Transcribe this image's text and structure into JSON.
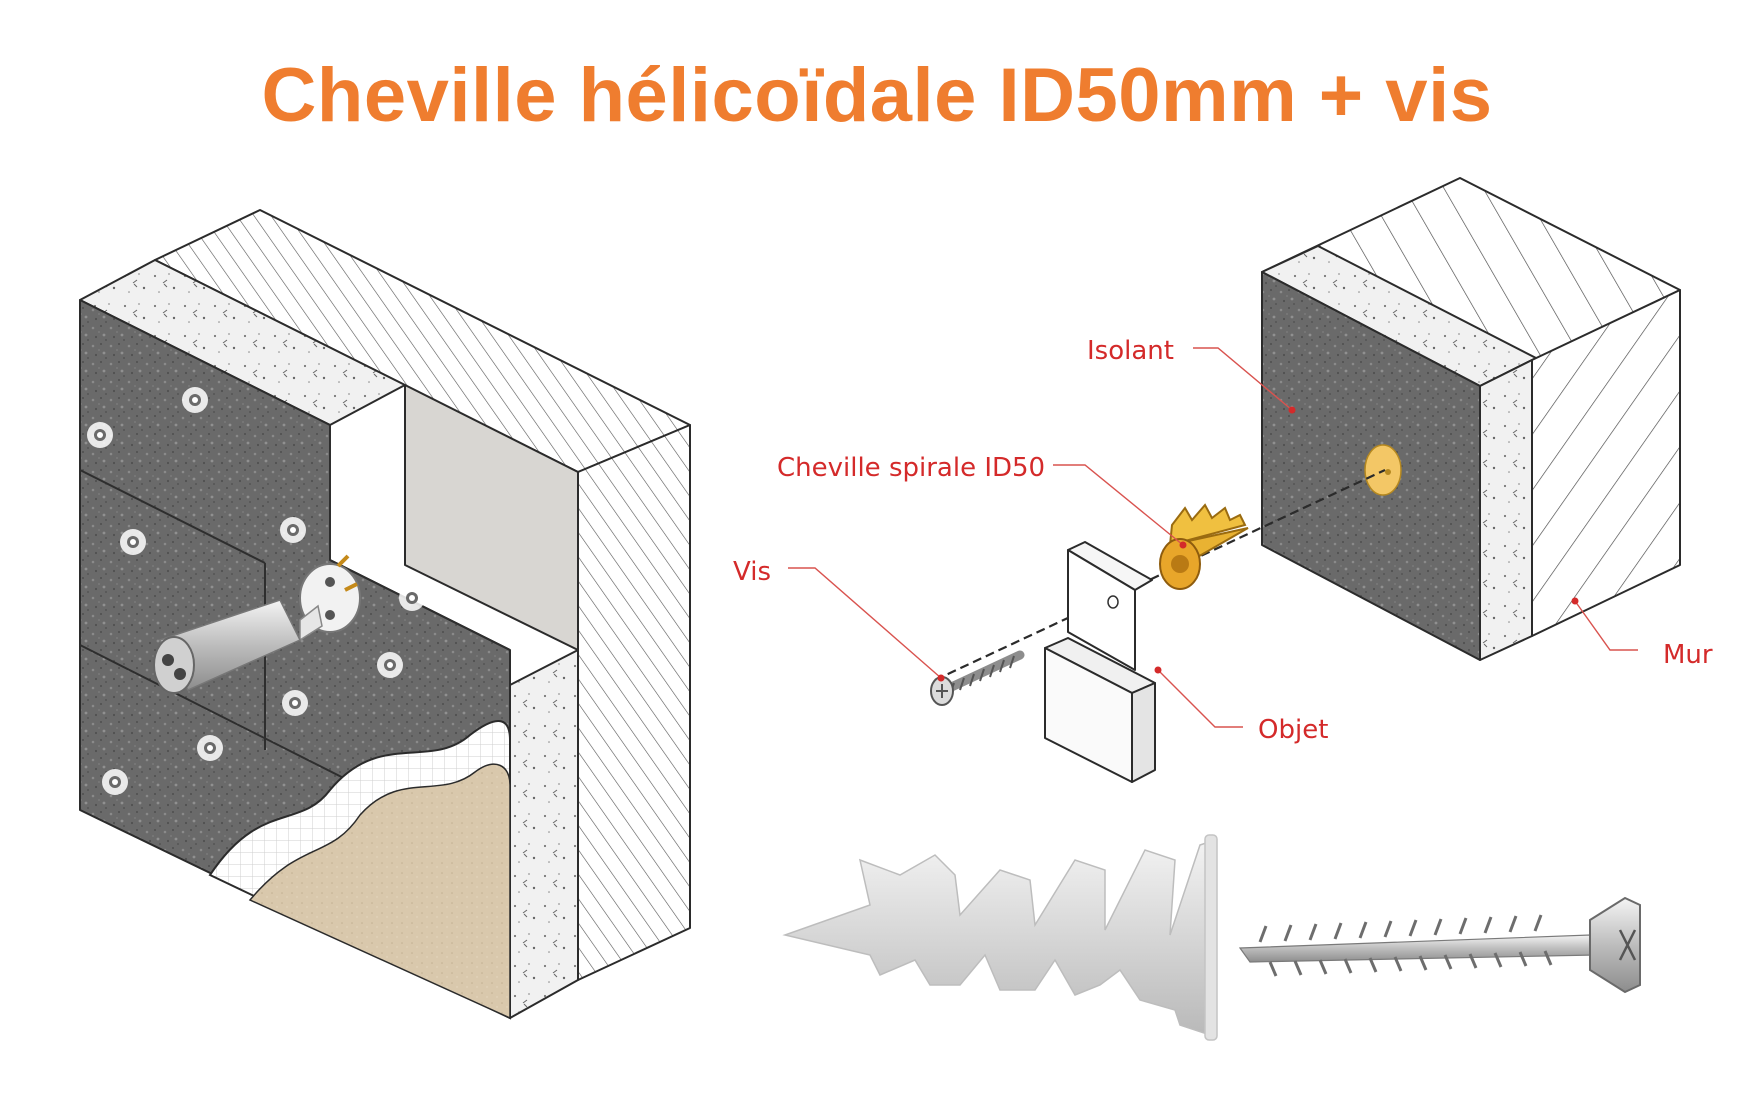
{
  "title": "Cheville hélicoïdale ID50mm + vis",
  "labels": {
    "isolant": "Isolant",
    "cheville": "Cheville spirale ID50",
    "vis": "Vis",
    "objet": "Objet",
    "mur": "Mur"
  },
  "colors": {
    "title": "#ef7d2f",
    "label": "#d42a2a",
    "insulation": "#6b6b6b",
    "anchor": "#e8b430",
    "render": "#d9c8ac"
  }
}
